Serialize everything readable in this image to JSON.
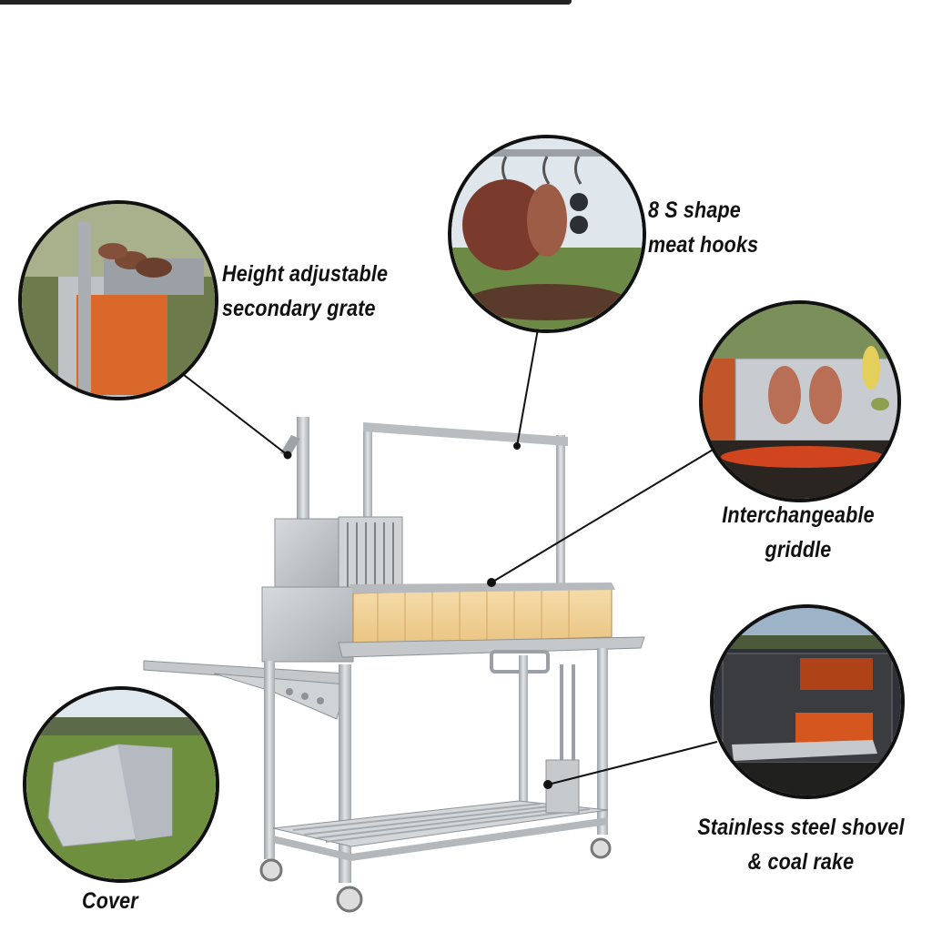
{
  "labels": {
    "hooks": {
      "line1": "8 S shape",
      "line2": "meat hooks"
    },
    "grate": {
      "line1": "Height adjustable",
      "line2": "secondary grate"
    },
    "griddle": {
      "line1": "Interchangeable",
      "line2": "griddle"
    },
    "shovel": {
      "line1": "Stainless steel shovel",
      "line2": "& coal rake"
    },
    "cover": {
      "line1": "Cover"
    }
  },
  "colors": {
    "steel": "#c9cccf",
    "steel_dark": "#8e9296",
    "firebrick": "#f0cf94",
    "fire": "#e8641c",
    "grass": "#5d7a3c",
    "callout_line": "#111111"
  }
}
